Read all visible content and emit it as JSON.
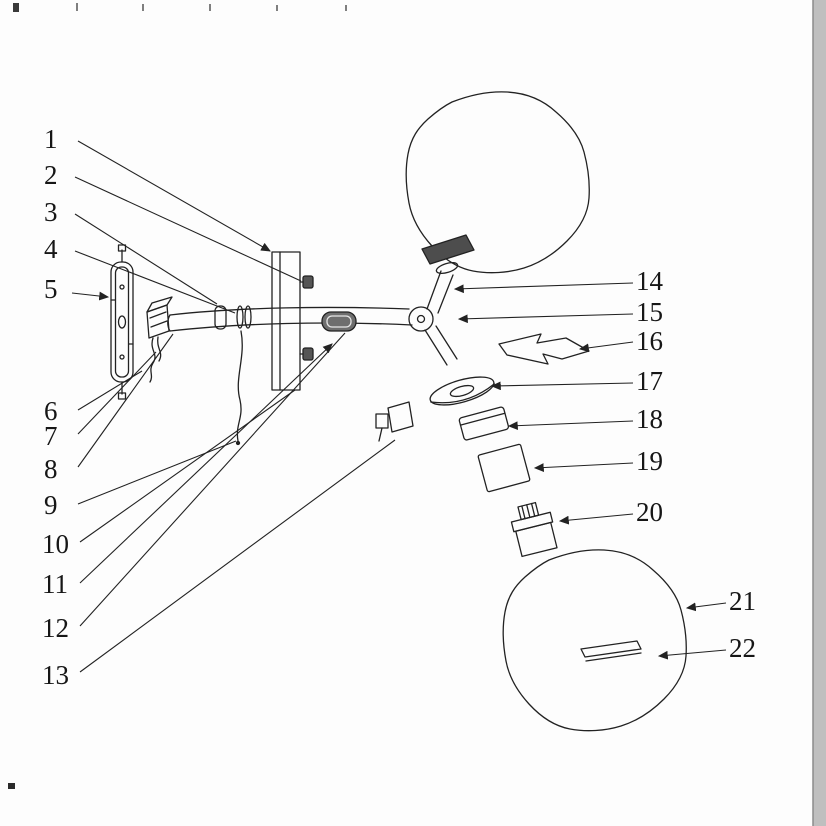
{
  "page": {
    "type": "exploded-parts-diagram",
    "ink_color": "#222222",
    "background_color": "#fdfdfd"
  },
  "parts": [
    "1",
    "2",
    "3",
    "4",
    "5",
    "6",
    "7",
    "8",
    "9",
    "10",
    "11",
    "12",
    "13",
    "14",
    "15",
    "16",
    "17",
    "18",
    "19",
    "20",
    "21",
    "22"
  ]
}
